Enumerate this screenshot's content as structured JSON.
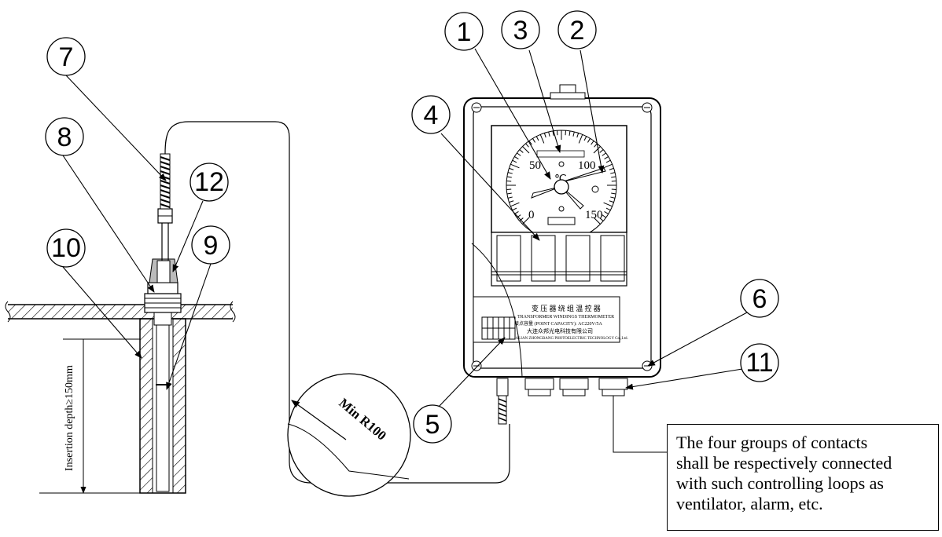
{
  "callouts": [
    "1",
    "2",
    "3",
    "4",
    "5",
    "6",
    "7",
    "8",
    "9",
    "10",
    "11",
    "12"
  ],
  "insertion_label": "Insertion depth≥150mm",
  "radius_label": "Min R100",
  "dial": {
    "scale_0": "0",
    "scale_50": "50",
    "scale_100": "100",
    "scale_150": "150",
    "unit": "℃"
  },
  "nameplate": {
    "title_cn": "变 压 器 绕 组 温 控 器",
    "title_en": "TRANSFORMER WINDINGS THERMOMETER",
    "capacity": "接点容量 (POINT CAPACITY): AC220V/5A",
    "company_cn": "大连众邦光电科技有限公司",
    "company_en": "DALIAN ZHONGBANG PHOTOELECTRIC TECHNOLOGY Co.,Ltd."
  },
  "note_lines": [
    "The four groups of contacts",
    "shall be respectively connected",
    "with such controlling loops as",
    "ventilator, alarm, etc."
  ]
}
